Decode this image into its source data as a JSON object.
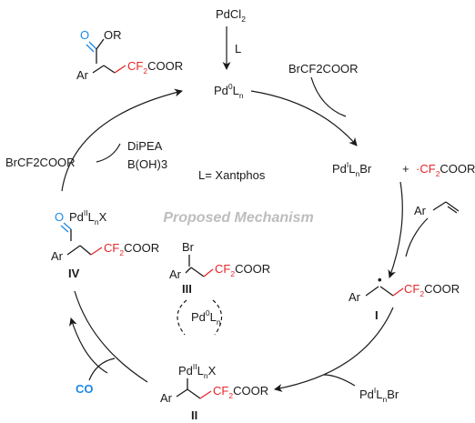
{
  "title": "Proposed Mechanism",
  "ligand_note": "L= Xantphos",
  "precatalyst": {
    "pd": "PdCl",
    "sub2": "2",
    "ligand_arrow_label": "L"
  },
  "pd0": {
    "pd": "Pd",
    "sup": "0",
    "L": "L",
    "sub": "n"
  },
  "reagent_top": "BrCF2COOR",
  "radical_step": {
    "pd": "Pd",
    "sup": "I",
    "L": "L",
    "sub": "n",
    "br": "Br",
    "plus": "+",
    "dot": "·",
    "cf2": "CF",
    "cf2_sub": "2",
    "coor": "COOR"
  },
  "alkene": {
    "ar": "Ar"
  },
  "intermediate_I": {
    "label": "I",
    "ar": "Ar",
    "dot": "•",
    "cf2": "CF",
    "cf2_sub": "2",
    "coor": "COOR"
  },
  "recombination": {
    "pd": "Pd",
    "sup": "I",
    "L": "L",
    "sub": "n",
    "br": "Br"
  },
  "intermediate_II": {
    "label": "II",
    "pd": "Pd",
    "sup": "II",
    "L": "L",
    "sub": "n",
    "x": "X",
    "ar": "Ar",
    "cf2": "CF",
    "cf2_sub": "2",
    "coor": "COOR"
  },
  "intermediate_III": {
    "label": "III",
    "br": "Br",
    "ar": "Ar",
    "cf2": "CF",
    "cf2_sub": "2",
    "coor": "COOR"
  },
  "pd0_middle": {
    "pd": "Pd",
    "sup": "0",
    "L": "L",
    "sub": "n"
  },
  "co": "CO",
  "intermediate_IV": {
    "label": "IV",
    "o": "O",
    "pd": "Pd",
    "sup": "II",
    "L": "L",
    "sub": "n",
    "x": "X",
    "ar": "Ar",
    "cf2": "CF",
    "cf2_sub": "2",
    "coor": "COOR"
  },
  "left_reagents": {
    "brcf2coor": "BrCF2COOR",
    "dipea": "DiPEA",
    "boh3": "B(OH)3"
  },
  "product": {
    "o": "O",
    "or": "OR",
    "ar": "Ar",
    "cf2": "CF",
    "cf2_sub": "2",
    "coor": "COOR"
  },
  "colors": {
    "red": "#e8262a",
    "blue": "#1e88e5",
    "black": "#1a1a1a",
    "watermark": "#bdbdbd"
  }
}
